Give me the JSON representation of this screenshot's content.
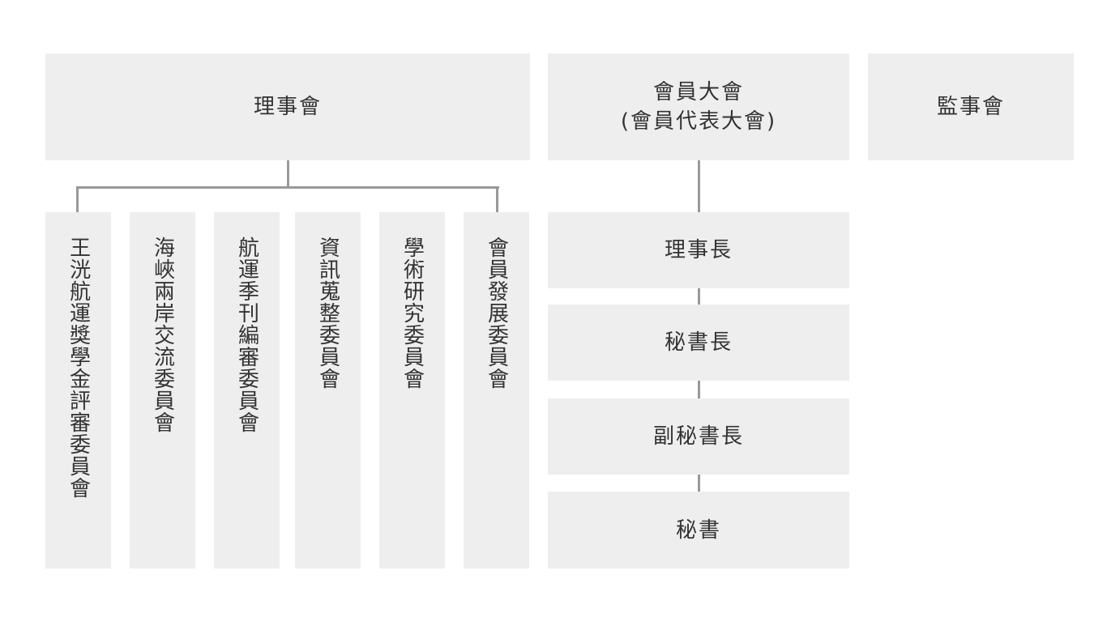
{
  "nodes": {
    "board_of_directors": "理事會",
    "general_assembly": {
      "line1": "會員大會",
      "line2": "(會員代表大會)"
    },
    "board_of_supervisors": "監事會",
    "chairman": "理事長",
    "secretary_general": "秘書長",
    "deputy_secretary_general": "副秘書長",
    "secretary": "秘書"
  },
  "committees": [
    "王洸航運獎學金評審委員會",
    "海峽兩岸交流委員會",
    "航運季刊編審委員會",
    "資訊蒐整委員會",
    "學術研究委員會",
    "會員發展委員會"
  ],
  "colors": {
    "box_fill": "#eeeeee",
    "connector": "#999999",
    "text": "#333333"
  }
}
